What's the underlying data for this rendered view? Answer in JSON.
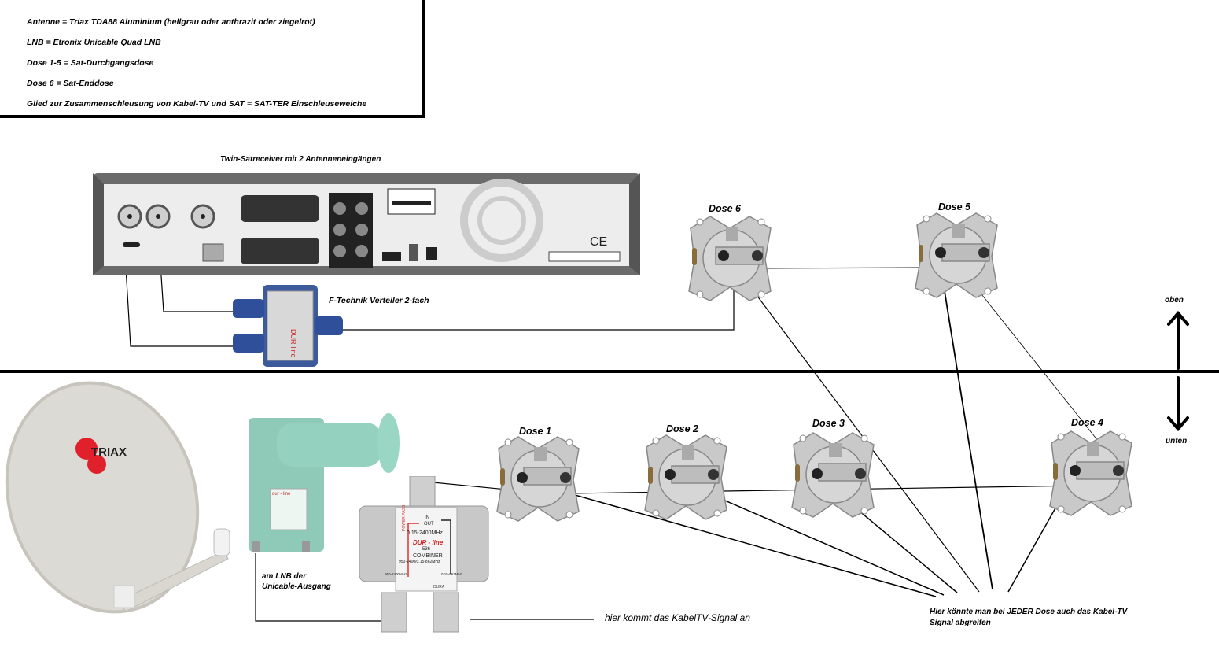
{
  "legend": {
    "lines": [
      "Antenne = Triax TDA88 Aluminium (hellgrau oder anthrazit oder ziegelrot)",
      "LNB = Etronix Unicable Quad LNB",
      "Dose 1-5 = Sat-Durchgangsdose",
      "Dose 6 = Sat-Enddose",
      "Glied zur Zusammenschleusung von Kabel-TV und SAT = SAT-TER Einschleuseweiche"
    ]
  },
  "receiver": {
    "title": "Twin-Satreceiver  mit 2 Antenneneingängen"
  },
  "splitter": {
    "label": "F-Technik Verteiler 2-fach",
    "brand": "DUR-line"
  },
  "floors": {
    "upper": "oben",
    "lower": "unten"
  },
  "dish": {
    "brand": "TRIAX",
    "brand_color": "#e0202a"
  },
  "lnb": {
    "brand": "dur - line",
    "label_line1": "am LNB der",
    "label_line2": "Unicable-Ausgang"
  },
  "combiner": {
    "in_out": "IN",
    "out": "OUT",
    "freq": "0.15-2400MHz",
    "brand": "DUR - line",
    "model": "536",
    "type": "COMBINER",
    "bands": "950-2400/0.15-862MHz",
    "power_pass": "POWER PASS",
    "left_port_freq": "950-2400MHz",
    "right_port_freq": "0.15-862MHz",
    "port_out": "OUT",
    "port_in": "IN",
    "base": "DURA"
  },
  "cable_input_label": "hier kommt das KabelTV-Signal an",
  "tap_note_line1": "Hier könnte man bei JEDER Dose auch das Kabel-TV",
  "tap_note_line2": "Signal abgreifen",
  "sockets": [
    {
      "name": "Dose 6"
    },
    {
      "name": "Dose 5"
    },
    {
      "name": "Dose 1"
    },
    {
      "name": "Dose 2"
    },
    {
      "name": "Dose 3"
    },
    {
      "name": "Dose 4"
    }
  ]
}
